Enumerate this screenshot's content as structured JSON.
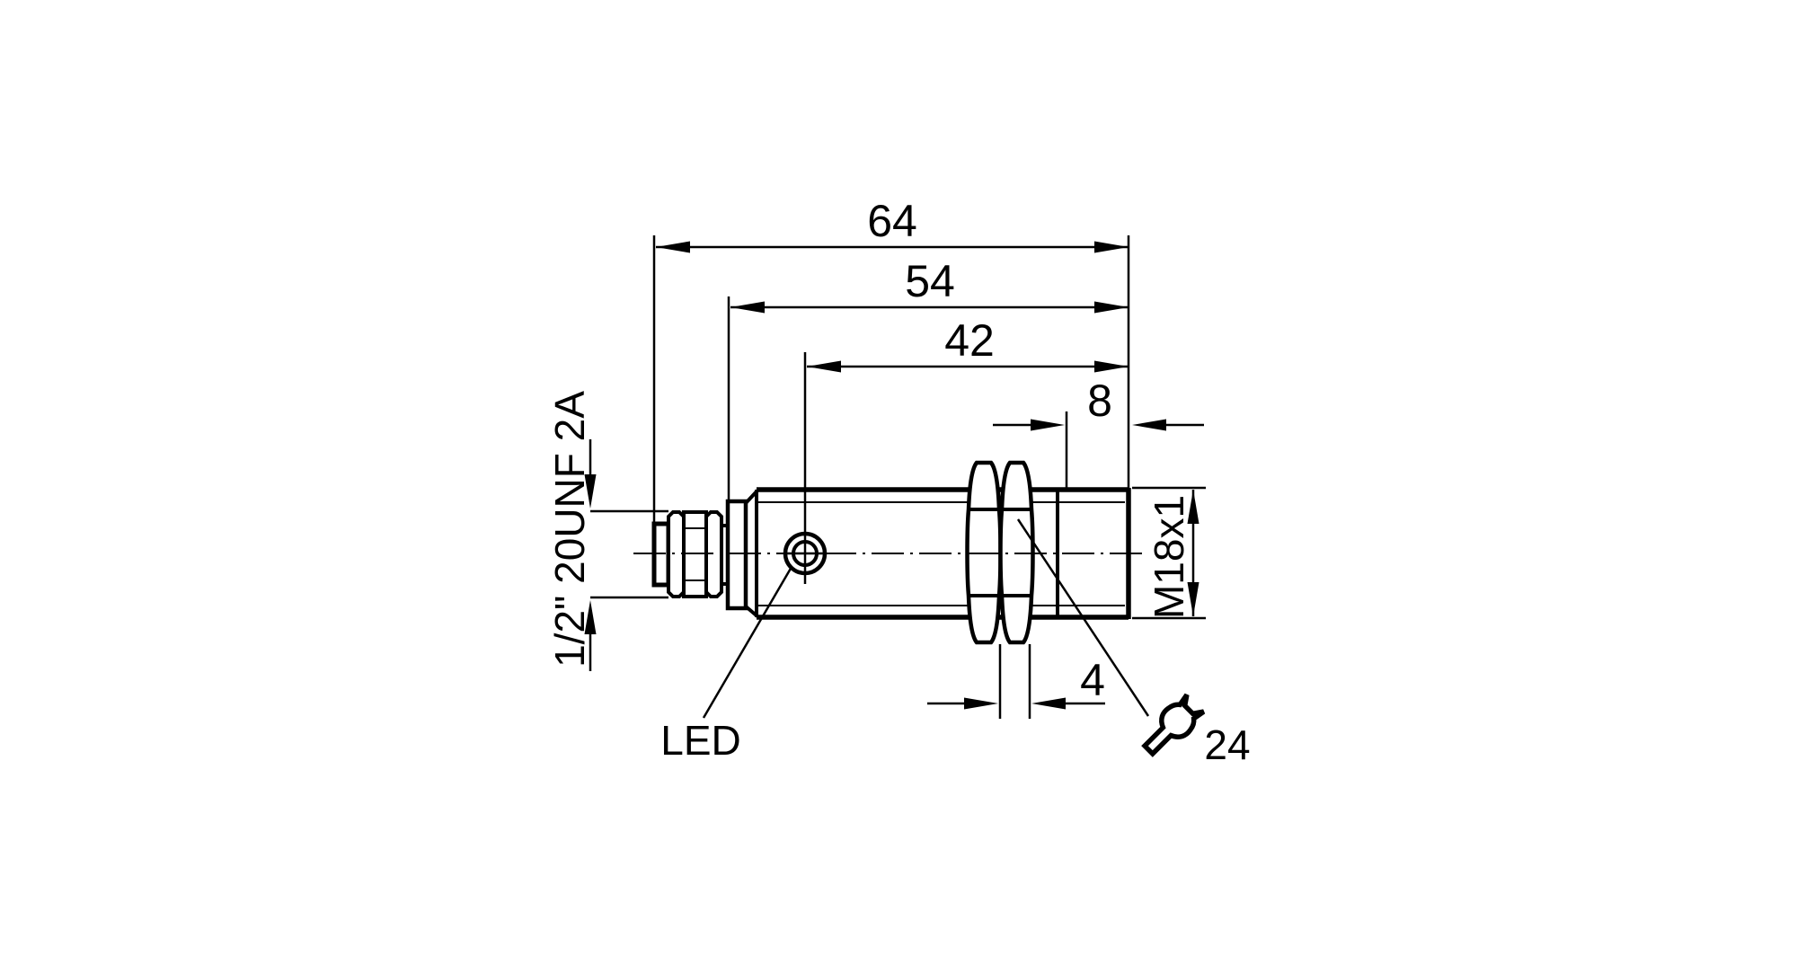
{
  "drawing": {
    "type": "dimensional-technical-drawing",
    "subject": "cylindrical-threaded-sensor-side-view",
    "colors": {
      "background": "#ffffff",
      "line": "#000000"
    },
    "dimensions": {
      "overall_length": "64",
      "housing_length": "54",
      "led_to_front": "42",
      "front_thread_length": "8",
      "nut_thickness": "4",
      "wrench_size": "24"
    },
    "labels": {
      "connector_thread": "1/2\" 20UNF 2A",
      "mounting_thread": "M18x1",
      "led": "LED"
    },
    "icons": {
      "wrench": "open-end-wrench-icon"
    }
  }
}
